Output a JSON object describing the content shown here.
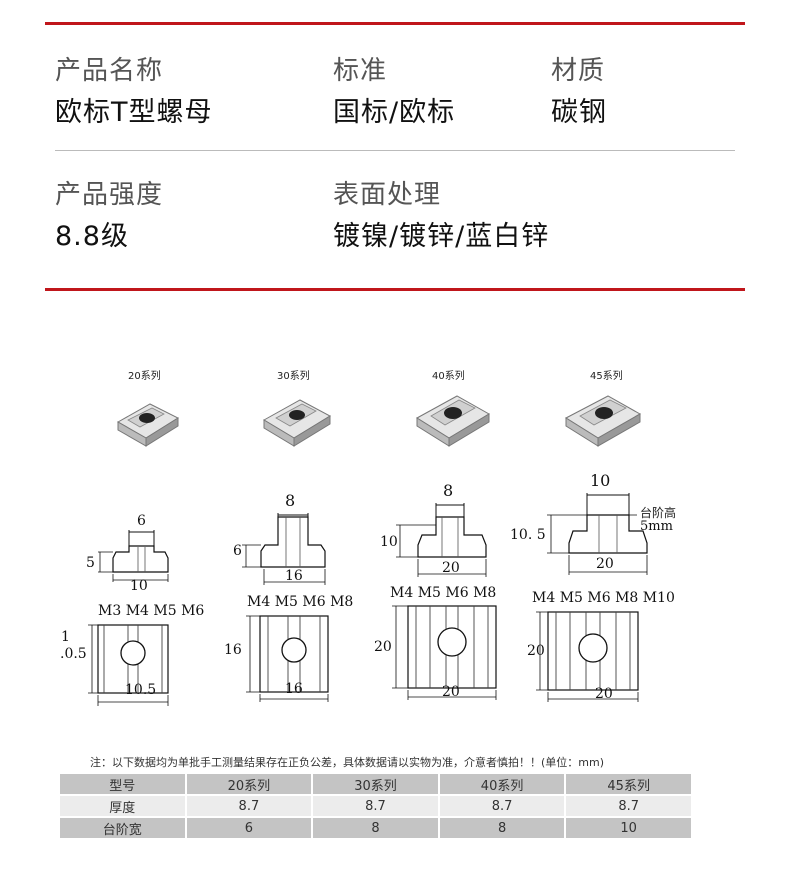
{
  "info": {
    "name_label": "产品名称",
    "name_value": "欧标T型螺母",
    "standard_label": "标准",
    "standard_value": "国标/欧标",
    "material_label": "材质",
    "material_value": "碳钢",
    "strength_label": "产品强度",
    "strength_value": "8.8级",
    "surface_label": "表面处理",
    "surface_value": "镀镍/镀锌/蓝白锌"
  },
  "drawings": {
    "series": [
      "20系列",
      "30系列",
      "40系列",
      "45系列"
    ],
    "d20": {
      "step_w": "6",
      "step_h": "5",
      "base_w": "10",
      "threads": "M3 M4 M5 M6",
      "side_top": "1",
      "side_h": ".0.5",
      "bottom_w": "10.5"
    },
    "d30": {
      "step_w": "8",
      "step_h": "6",
      "base_w": "16",
      "threads": "M4 M5 M6 M8",
      "side_h": "16",
      "bottom_w": "16"
    },
    "d40": {
      "step_w": "8",
      "step_h": "10",
      "base_w": "20",
      "threads": "M4 M5 M6 M8",
      "side_h": "20",
      "bottom_w": "20"
    },
    "d45": {
      "step_w": "10",
      "step_h": "10. 5",
      "base_w": "20",
      "threads": "M4 M5 M6 M8 M10",
      "side_h": "20",
      "bottom_w": "20",
      "step_note_1": "台阶高",
      "step_note_2": "5mm"
    }
  },
  "note": "注：以下数据均为单批手工测量结果存在正负公差，具体数据请以实物为准，介意者慎拍！！(单位：mm)",
  "table": {
    "headers": [
      "型号",
      "20系列",
      "30系列",
      "40系列",
      "45系列"
    ],
    "rows": [
      [
        "厚度",
        "8.7",
        "8.7",
        "8.7",
        "8.7"
      ],
      [
        "台阶宽",
        "6",
        "8",
        "8",
        "10"
      ]
    ]
  },
  "colors": {
    "accent": "#c0161b"
  }
}
